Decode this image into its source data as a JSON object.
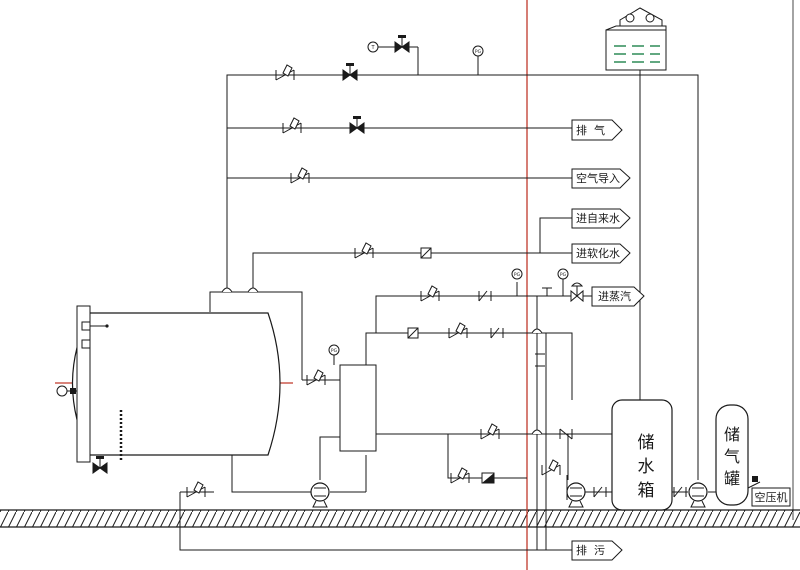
{
  "labels": {
    "exhaust": "排  气",
    "air_inlet": "空气导入",
    "tap_water": "进自来水",
    "softened_water": "进软化水",
    "steam_inlet": "进蒸汽",
    "drain": "排  污",
    "water_tank": [
      "储",
      "水",
      "箱"
    ],
    "air_tank": [
      "储",
      "气",
      "罐"
    ],
    "compressor": "空压机"
  },
  "gauge_text": "PG",
  "colors": {
    "line": "#1a1a1a",
    "red_guide": "#c0392b",
    "tower_green": "#2e8b57"
  },
  "icons": [
    "pressure-gauge-icon",
    "gate-valve-icon",
    "check-valve-icon",
    "pump-icon",
    "safety-valve-icon",
    "solenoid-valve-icon"
  ]
}
